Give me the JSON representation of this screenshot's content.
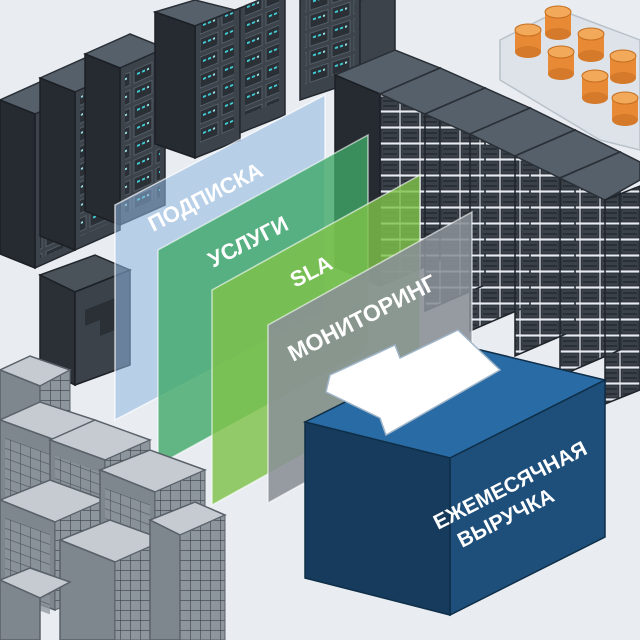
{
  "layers": [
    {
      "id": "subscription",
      "label": "ПОДПИСКА",
      "color": "#8fb6e0"
    },
    {
      "id": "services",
      "label": "УСЛУГИ",
      "color": "#3fa866"
    },
    {
      "id": "sla",
      "label": "SLA",
      "color": "#7fc24a"
    },
    {
      "id": "monitoring",
      "label": "МОНИТОРИНГ",
      "color": "#8a9096"
    }
  ],
  "result": {
    "line1": "ЕЖЕМЕСЯЧНАЯ",
    "line2": "ВЫРУЧКА",
    "color": "#1e4f7a"
  },
  "icons": [
    "server-rack-icon",
    "database-cylinder-icon",
    "arrow-right-icon",
    "storage-unit-icon"
  ]
}
